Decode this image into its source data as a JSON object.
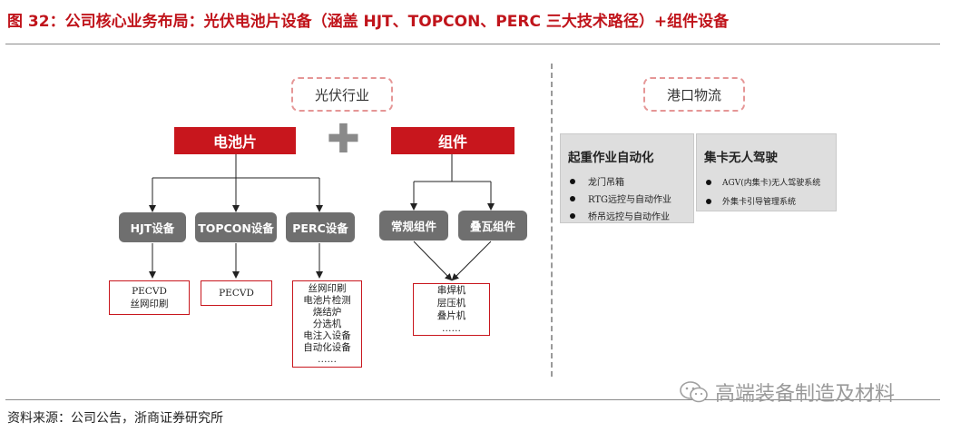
{
  "header": {
    "title": "图 32：公司核心业务布局：光伏电池片设备（涵盖 HJT、TOPCON、PERC 三大技术路径）+组件设备"
  },
  "left": {
    "section_label": "光伏行业",
    "cell": {
      "label": "电池片",
      "plus": "✚",
      "devices": [
        {
          "label": "HJT设备",
          "outputs": [
            "PECVD",
            "丝网印刷"
          ]
        },
        {
          "label": "TOPCON设备",
          "outputs": [
            "PECVD"
          ]
        },
        {
          "label": "PERC设备",
          "outputs": [
            "丝网印刷",
            "电池片检测",
            "烧结炉",
            "分选机",
            "电注入设备",
            "自动化设备",
            "……"
          ]
        }
      ]
    },
    "module": {
      "label": "组件",
      "devices": [
        {
          "label": "常规组件"
        },
        {
          "label": "叠瓦组件"
        }
      ],
      "outputs": [
        "串焊机",
        "层压机",
        "叠片机",
        "……"
      ]
    }
  },
  "right": {
    "section_label": "港口物流",
    "panel1": {
      "heading": "起重作业自动化",
      "items": [
        "龙门吊箱",
        "RTG远控与自动作业",
        "桥吊远控与自动作业"
      ]
    },
    "panel2": {
      "heading": "集卡无人驾驶",
      "items": [
        "AGV(内集卡)无人驾驶系统",
        "外集卡引导管理系统"
      ]
    }
  },
  "footer": {
    "source": "资料来源：公司公告，浙商证券研究所"
  },
  "watermark": {
    "text": "高端装备制造及材料",
    "icon": "wechat-icon"
  },
  "colors": {
    "accent": "#c8161d",
    "gray_button": "#6f6f6f",
    "panel": "#dedede"
  }
}
